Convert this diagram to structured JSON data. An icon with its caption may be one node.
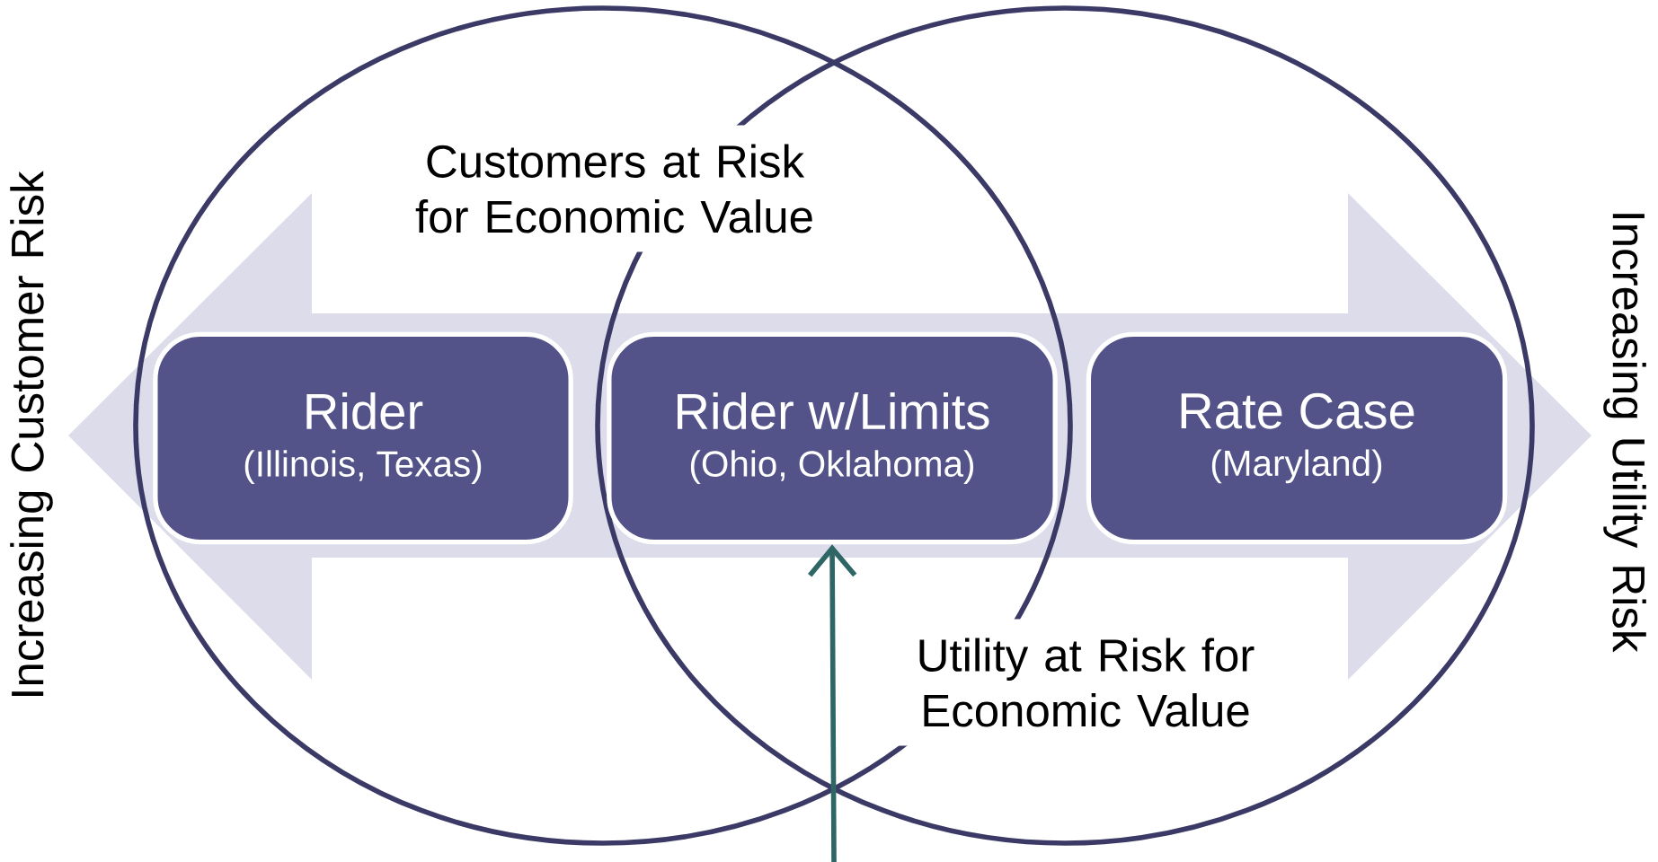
{
  "diagram": {
    "nodes": [
      {
        "text": [
          "Rider",
          "(Illinois, Texas)"
        ]
      },
      {
        "text": [
          "Rider w/Limits",
          "(Ohio, Oklahoma)"
        ]
      },
      {
        "text": [
          "Rate Case",
          "(Maryland)"
        ]
      }
    ],
    "edges": [
      {
        "from": null,
        "to": 1,
        "arrow": "to"
      }
    ],
    "labels": [
      "Increasing Customer Risk",
      "Customers at Risk for Economic Value",
      "Increasing Utility Risk",
      "Utility at Risk for Economic Value"
    ]
  }
}
